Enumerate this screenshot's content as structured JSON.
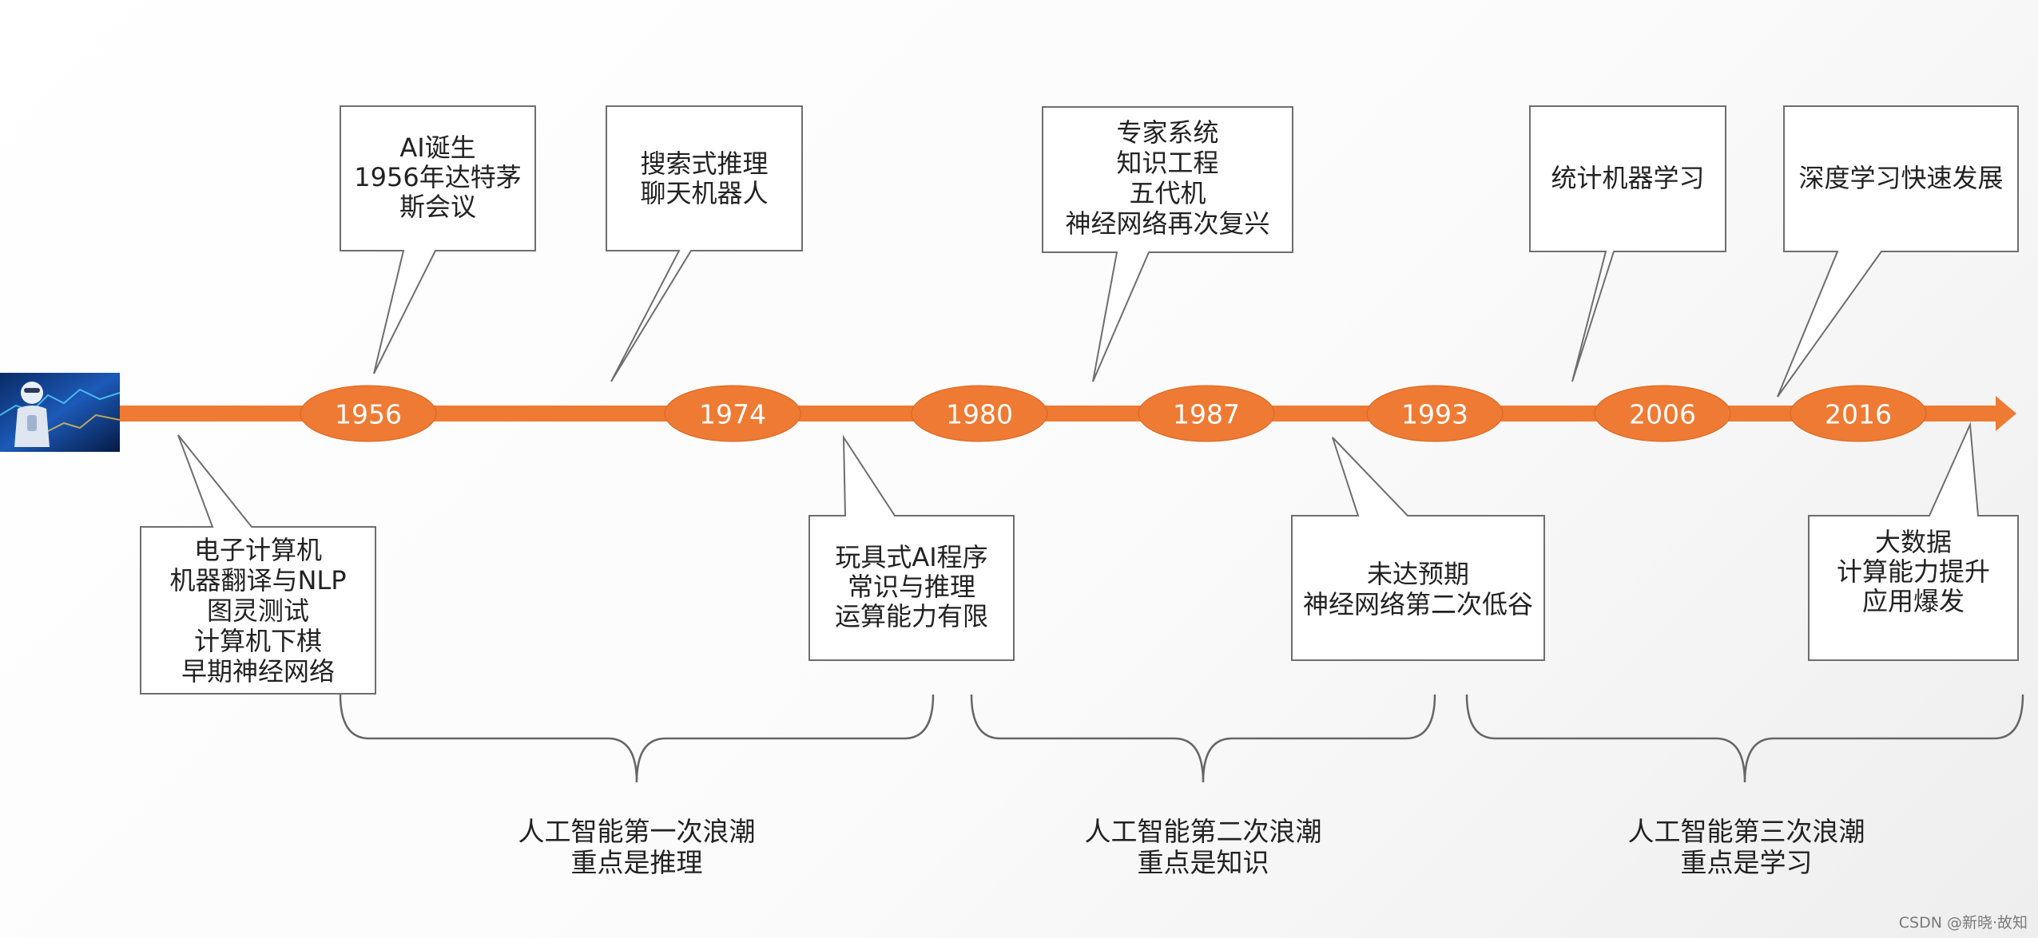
{
  "colors": {
    "timeline": "#ef7a33",
    "timeline_dark": "#d9651f",
    "year_text": "#ffffff",
    "callout_border": "#6e6e6e",
    "callout_fill": "#ffffff",
    "brace": "#666666",
    "text": "#222222"
  },
  "logo_icon": "robot-ai-icon",
  "years": [
    "1956",
    "1974",
    "1980",
    "1987",
    "1993",
    "2006",
    "2016"
  ],
  "callouts_top": [
    {
      "lines": [
        "AI诞生",
        "1956年达特茅",
        "斯会议"
      ]
    },
    {
      "lines": [
        "搜索式推理",
        "聊天机器人"
      ]
    },
    {
      "lines": [
        "专家系统",
        "知识工程",
        "五代机",
        "神经网络再次复兴"
      ]
    },
    {
      "lines": [
        "统计机器学习"
      ]
    },
    {
      "lines": [
        "深度学习快速发展"
      ]
    }
  ],
  "callouts_bottom": [
    {
      "lines": [
        "电子计算机",
        "机器翻译与NLP",
        "图灵测试",
        "计算机下棋",
        "早期神经网络"
      ]
    },
    {
      "lines": [
        "玩具式AI程序",
        "常识与推理",
        "运算能力有限"
      ]
    },
    {
      "lines": [
        "未达预期",
        "神经网络第二次低谷"
      ]
    },
    {
      "lines": [
        "大数据",
        "计算能力提升",
        "应用爆发"
      ]
    }
  ],
  "waves": [
    {
      "lines": [
        "人工智能第一次浪潮",
        "重点是推理"
      ]
    },
    {
      "lines": [
        "人工智能第二次浪潮",
        "重点是知识"
      ]
    },
    {
      "lines": [
        "人工智能第三次浪潮",
        "重点是学习"
      ]
    }
  ],
  "watermark": "CSDN @新晓·故知"
}
